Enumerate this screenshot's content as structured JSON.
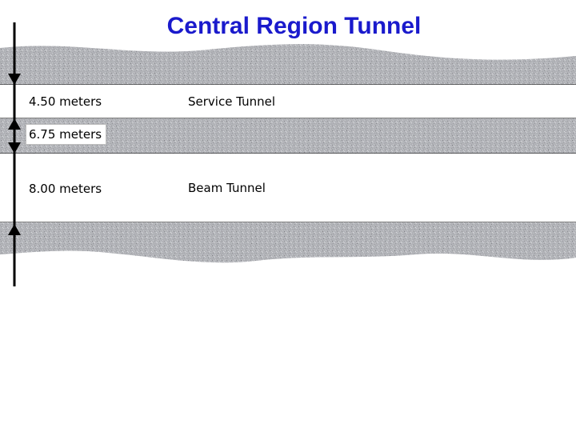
{
  "title": "Central Region Tunnel",
  "layers": {
    "service_tunnel": {
      "height_label": "4.50 meters",
      "name": "Service Tunnel"
    },
    "middle_rock": {
      "height_label": "6.75 meters"
    },
    "beam_tunnel": {
      "height_label": "8.00 meters",
      "name": "Beam Tunnel"
    }
  },
  "colors": {
    "title": "#1a1acc",
    "rock": "#a7a8ad",
    "tunnel": "#ffffff",
    "line": "#000000"
  }
}
